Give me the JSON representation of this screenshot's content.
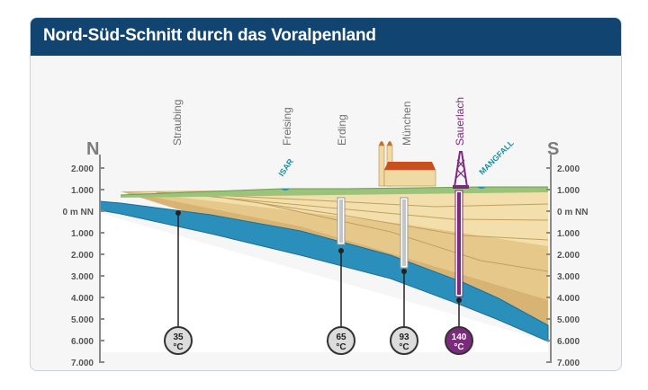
{
  "header": {
    "title": "Nord-Süd-Schnitt durch das Voralpenland"
  },
  "compass": {
    "north": "N",
    "south": "S"
  },
  "depth_ticks": [
    "2.000",
    "1.000",
    "0 m NN",
    "1.000",
    "2.000",
    "3.000",
    "4.000",
    "5.000",
    "6.000",
    "7.000"
  ],
  "cities": [
    {
      "name": "Straubing",
      "active": false
    },
    {
      "name": "Freising",
      "active": false
    },
    {
      "name": "Erding",
      "active": false
    },
    {
      "name": "München",
      "active": false
    },
    {
      "name": "Sauerlach",
      "active": true
    }
  ],
  "rivers": [
    {
      "name": "ISAR"
    },
    {
      "name": "MANGFALL"
    }
  ],
  "wells": [
    {
      "temp_value": "35",
      "temp_unit": "°C",
      "highlight": false
    },
    {
      "temp_value": "65",
      "temp_unit": "°C",
      "highlight": false
    },
    {
      "temp_value": "93",
      "temp_unit": "°C",
      "highlight": false
    },
    {
      "temp_value": "140",
      "temp_unit": "°C",
      "highlight": true
    }
  ],
  "colors": {
    "header_bg": "#114470",
    "aquifer": "#2a8fbb",
    "sediment_light": "#f2dfac",
    "sediment_mid": "#e6c98a",
    "sediment_dark": "#d8b474",
    "surface_green": "#9cc37a",
    "highlight": "#7b2b7b"
  }
}
